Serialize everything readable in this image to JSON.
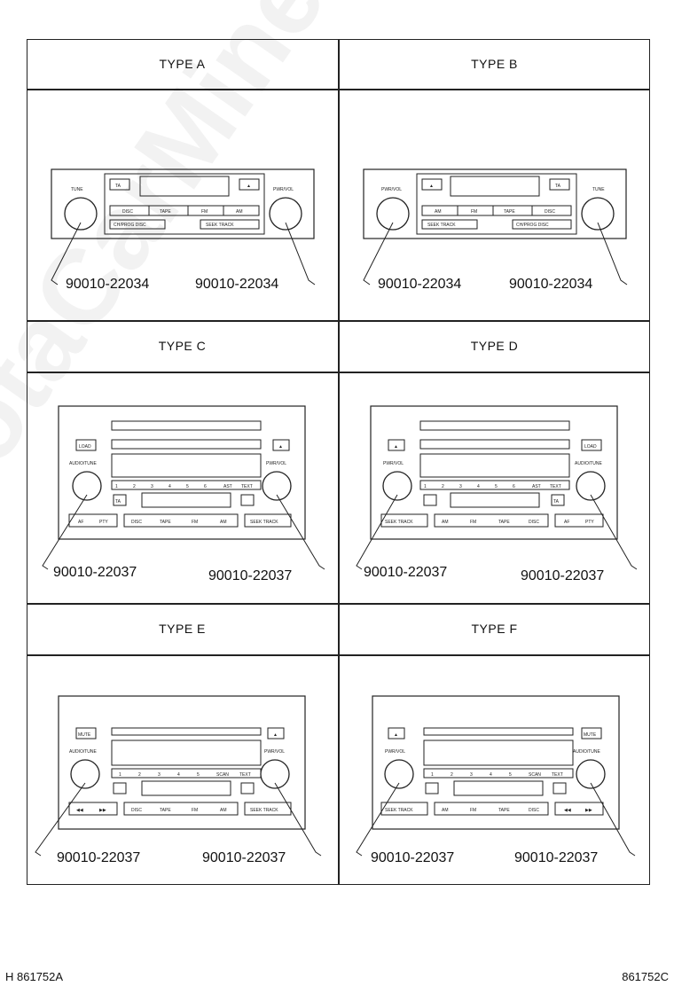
{
  "types": [
    {
      "label": "TYPE A",
      "left_code": "90010-22034",
      "right_code": "90010-22034",
      "knob_left": "TUNE",
      "knob_right": "PWR/VOL",
      "buttons": [
        "DISC",
        "TAPE",
        "FM",
        "AM"
      ],
      "seek_left": "CH/PROG DISC",
      "seek_right": "SEEK TRACK",
      "ta": "TA"
    },
    {
      "label": "TYPE B",
      "left_code": "90010-22034",
      "right_code": "90010-22034",
      "knob_left": "PWR/VOL",
      "knob_right": "TUNE",
      "buttons": [
        "AM",
        "FM",
        "TAPE",
        "DISC"
      ],
      "seek_left": "SEEK TRACK",
      "seek_right": "CH/PROG DISC",
      "ta": "TA"
    },
    {
      "label": "TYPE C",
      "left_code": "90010-22037",
      "right_code": "90010-22037",
      "knob_left": "AUDIO/TUNE",
      "knob_right": "PWR/VOL",
      "buttons": [
        "DISC",
        "TAPE",
        "FM",
        "AM"
      ],
      "side_buttons": [
        "AF",
        "PTY"
      ],
      "seek": "SEEK TRACK",
      "load": "LOAD",
      "ta": "TA",
      "presets": [
        "1",
        "2",
        "3",
        "4",
        "5",
        "6",
        "AST",
        "TEXT"
      ]
    },
    {
      "label": "TYPE D",
      "left_code": "90010-22037",
      "right_code": "90010-22037",
      "knob_left": "PWR/VOL",
      "knob_right": "AUDIO/TUNE",
      "buttons": [
        "AM",
        "FM",
        "TAPE",
        "DISC"
      ],
      "side_buttons": [
        "AF",
        "PTY"
      ],
      "seek": "SEEK TRACK",
      "load": "LOAD",
      "ta": "TA",
      "presets": [
        "1",
        "2",
        "3",
        "4",
        "5",
        "6",
        "AST",
        "TEXT"
      ]
    },
    {
      "label": "TYPE E",
      "left_code": "90010-22037",
      "right_code": "90010-22037",
      "knob_left": "AUDIO/TUNE",
      "knob_right": "PWR/VOL",
      "buttons": [
        "DISC",
        "TAPE",
        "FM",
        "AM"
      ],
      "seek": "SEEK TRACK",
      "mute": "MUTE",
      "presets": [
        "1",
        "2",
        "3",
        "4",
        "5",
        "SCAN",
        "TEXT"
      ]
    },
    {
      "label": "TYPE F",
      "left_code": "90010-22037",
      "right_code": "90010-22037",
      "knob_left": "PWR/VOL",
      "knob_right": "AUDIO/TUNE",
      "buttons": [
        "AM",
        "FM",
        "TAPE",
        "DISC"
      ],
      "seek": "SEEK TRACK",
      "mute": "MUTE",
      "presets": [
        "1",
        "2",
        "3",
        "4",
        "5",
        "SCAN",
        "TEXT"
      ]
    }
  ],
  "footer": {
    "left": "H 861752A",
    "right": "861752C"
  },
  "watermark": "ToyotaCarMine.ru"
}
